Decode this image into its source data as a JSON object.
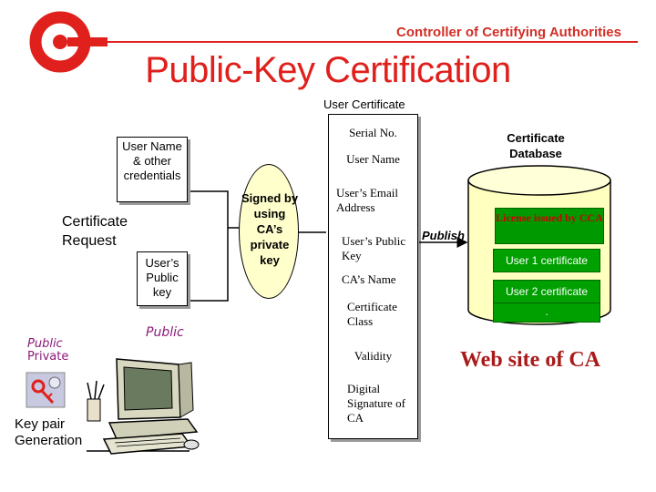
{
  "header": {
    "org_name": "Controller of Certifying Authorities",
    "title": "Public-Key Certification",
    "brand_color": "#e0201c",
    "logo_icon": "cca-logo-icon"
  },
  "user_certificate": {
    "heading": "User Certificate",
    "fields": [
      "Serial No.",
      "User Name",
      "User’s Email Address",
      "User’s Public Key",
      "CA’s Name",
      "Certificate Class",
      "Validity",
      "Digital Signature of CA"
    ]
  },
  "left": {
    "credentials": "User Name & other credentials",
    "request_label": "Certificate Request",
    "public_key_box": "User’s Public key",
    "public_label": "Public",
    "key_public": "Public",
    "key_private": "Private",
    "keypair_label": "Key pair Generation",
    "computer_icon": "computer-icon",
    "key_icon": "key-icon"
  },
  "signing": {
    "text": "Signed by using CA’s private key",
    "fill": "#ffffcc"
  },
  "publish_label": "Publish",
  "database": {
    "label": "Certificate Database",
    "fill": "#ffffc0",
    "license": "License issued by CCA",
    "cert1": "User 1 certificate",
    "cert2": "User 2 certificate",
    "dot": ".",
    "green": "#009900",
    "red": "#cc0000"
  },
  "website_label": "Web site of CA"
}
